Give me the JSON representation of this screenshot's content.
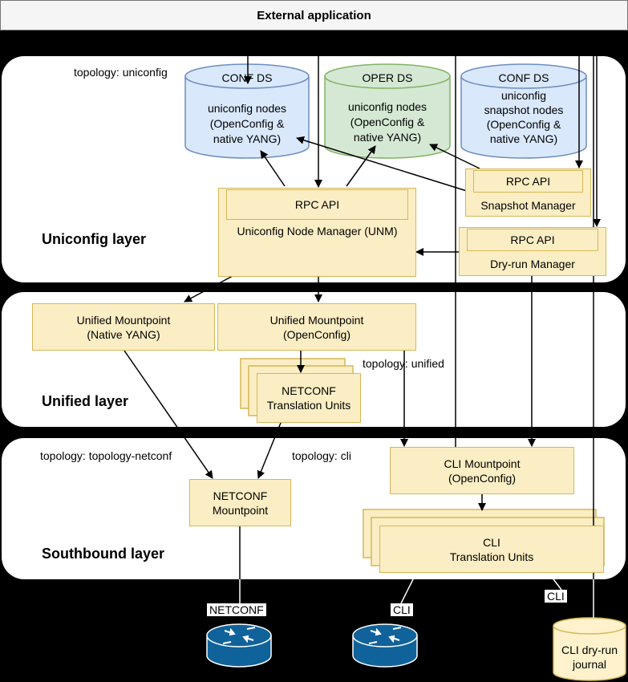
{
  "external": {
    "label": "External application"
  },
  "layers": {
    "uniconfig": {
      "title": "Uniconfig layer",
      "topology": "topology: uniconfig"
    },
    "unified": {
      "title": "Unified layer",
      "topology": "topology: unified"
    },
    "southbound": {
      "title": "Southbound layer",
      "topology_netconf": "topology: topology-netconf",
      "topology_cli": "topology: cli"
    }
  },
  "datastores": {
    "conf_ds": {
      "title": "CONF DS",
      "body": "uniconfig nodes\n(OpenConfig &\nnative YANG)",
      "color": "#dae8fc"
    },
    "oper_ds": {
      "title": "OPER DS",
      "body": "uniconfig nodes\n(OpenConfig &\nnative YANG)",
      "color": "#d5e8d4"
    },
    "snapshot_ds": {
      "title": "CONF DS",
      "body": "uniconfig\nsnapshot nodes\n(OpenConfig &\nnative YANG)",
      "color": "#dae8fc"
    },
    "journal": {
      "body": "CLI dry-run\njournal",
      "color": "#fff2cc"
    }
  },
  "components": {
    "unm": {
      "api": "RPC API",
      "label": "Uniconfig Node Manager (UNM)"
    },
    "snapshot": {
      "api": "RPC API",
      "label": "Snapshot Manager"
    },
    "dryrun": {
      "api": "RPC API",
      "label": "Dry-run Manager"
    },
    "um_native": {
      "label": "Unified Mountpoint\n(Native YANG)"
    },
    "um_openconfig": {
      "label": "Unified Mountpoint\n(OpenConfig)"
    },
    "netconf_tu": {
      "label": "NETCONF\nTranslation Units"
    },
    "netconf_mp": {
      "label": "NETCONF\nMountpoint"
    },
    "cli_mp": {
      "label": "CLI Mountpoint\n(OpenConfig)"
    },
    "cli_tu": {
      "label": "CLI\nTranslation Units"
    }
  },
  "protocols": {
    "netconf": "NETCONF",
    "cli": "CLI",
    "cli_journal": "CLI"
  },
  "colors": {
    "component_fill": "#fbeec4",
    "component_stroke": "#d6b656",
    "router": "#10629b"
  }
}
